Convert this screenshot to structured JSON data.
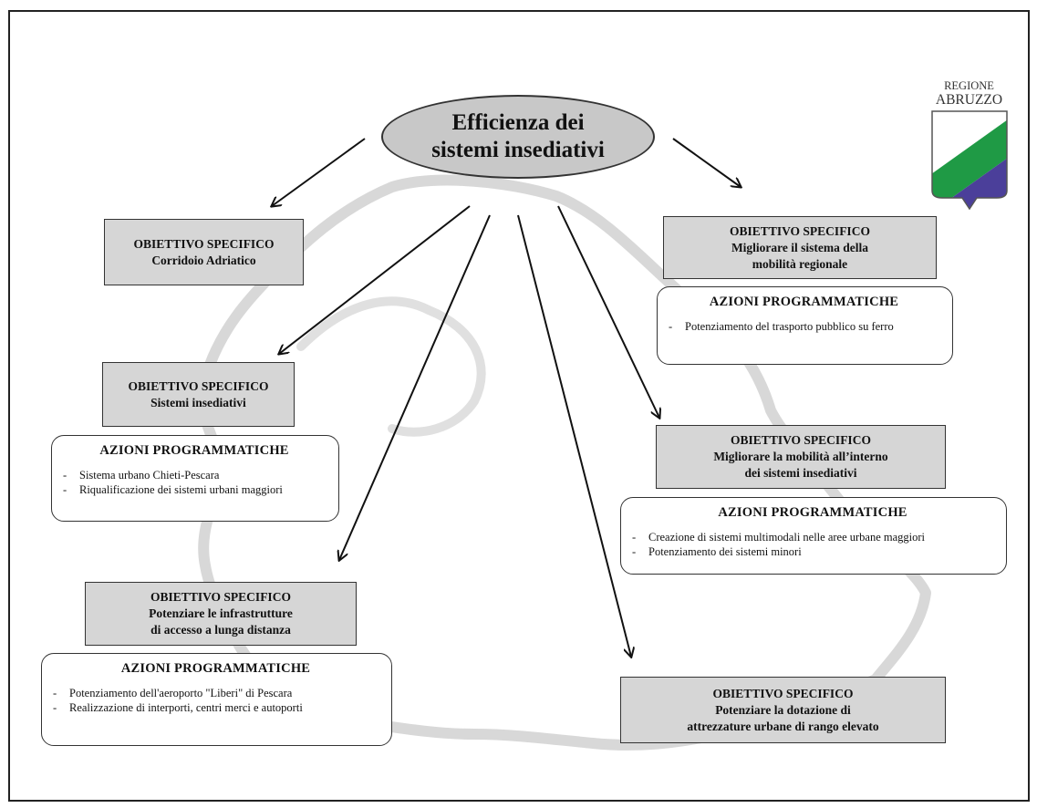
{
  "central": {
    "title": "Efficienza dei\nsistemi insediativi"
  },
  "logo": {
    "line1": "REGIONE",
    "line2": "ABRUZZO"
  },
  "colors": {
    "shield_white": "#ffffff",
    "shield_green": "#1f9a45",
    "shield_purple": "#4b3f9a",
    "box_fill": "#d6d6d6",
    "ellipse_fill": "#c8c8c8"
  },
  "objectives": [
    {
      "heading": "OBIETTIVO SPECIFICO",
      "text": "Corridoio Adriatico"
    },
    {
      "heading": "OBIETTIVO SPECIFICO",
      "text": "Sistemi insediativi"
    },
    {
      "heading": "OBIETTIVO SPECIFICO",
      "text": "Potenziare le infrastrutture\ndi accesso a lunga distanza"
    },
    {
      "heading": "OBIETTIVO SPECIFICO",
      "text": "Migliorare il sistema della\nmobilità regionale"
    },
    {
      "heading": "OBIETTIVO SPECIFICO",
      "text": "Migliorare la mobilità all’interno\ndei sistemi insediativi"
    },
    {
      "heading": "OBIETTIVO SPECIFICO",
      "text": "Potenziare la dotazione di\nattrezzature urbane di rango elevato"
    }
  ],
  "actions": [
    {
      "title": "AZIONI PROGRAMMATICHE",
      "items": [
        "Potenziamento del trasporto pubblico su ferro"
      ]
    },
    {
      "title": "AZIONI PROGRAMMATICHE",
      "items": [
        "Sistema urbano Chieti-Pescara",
        "Riqualificazione dei sistemi urbani maggiori"
      ]
    },
    {
      "title": "AZIONI PROGRAMMATICHE",
      "items": [
        "Creazione di sistemi multimodali nelle aree urbane maggiori",
        "Potenziamento dei sistemi minori"
      ]
    },
    {
      "title": "AZIONI PROGRAMMATICHE",
      "items": [
        "Potenziamento dell'aeroporto \"Liberi\" di Pescara",
        "Realizzazione di interporti, centri  merci e autoporti"
      ]
    }
  ]
}
